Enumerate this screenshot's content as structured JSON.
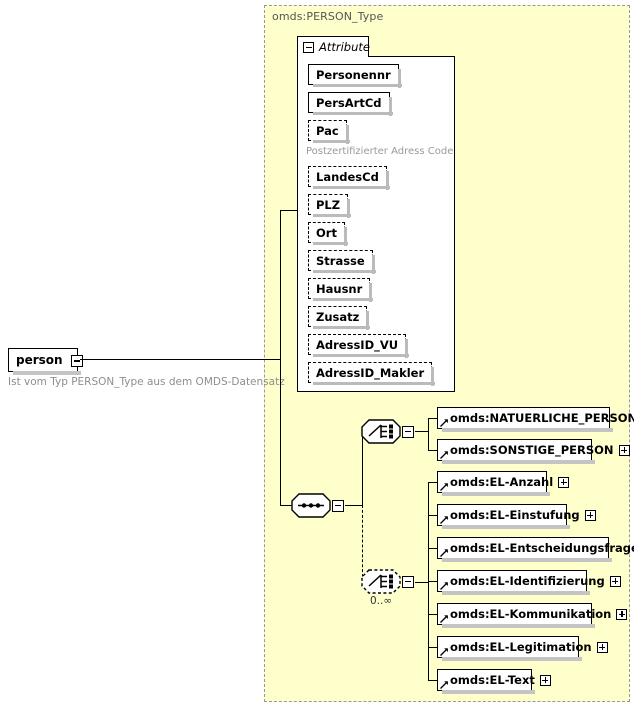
{
  "diagram": {
    "type_title": "omds:PERSON_Type",
    "root_element": {
      "label": "person",
      "annotation": "Ist vom Typ PERSON_Type aus dem OMDS-Datensatz",
      "toggle": "minus-box-icon"
    },
    "attribute_panel": {
      "tab_label": "Attribute",
      "tab_toggle": "minus-box-icon",
      "attributes": [
        {
          "label": "Personennr",
          "required": true,
          "annotation": ""
        },
        {
          "label": "PersArtCd",
          "required": true,
          "annotation": ""
        },
        {
          "label": "Pac",
          "required": false,
          "annotation": "Postzertifizierter Adress Code"
        },
        {
          "label": "LandesCd",
          "required": false,
          "annotation": ""
        },
        {
          "label": "PLZ",
          "required": false,
          "annotation": ""
        },
        {
          "label": "Ort",
          "required": false,
          "annotation": ""
        },
        {
          "label": "Strasse",
          "required": false,
          "annotation": ""
        },
        {
          "label": "Hausnr",
          "required": false,
          "annotation": ""
        },
        {
          "label": "Zusatz",
          "required": false,
          "annotation": ""
        },
        {
          "label": "AdressID_VU",
          "required": false,
          "annotation": ""
        },
        {
          "label": "AdressID_Makler",
          "required": false,
          "annotation": ""
        }
      ]
    },
    "sequence": {
      "icon": "sequence-compositor-icon",
      "toggle": "minus-box-icon",
      "choices": [
        {
          "icon": "choice-compositor-icon",
          "toggle": "minus-box-icon",
          "optional": false,
          "cardinality": "",
          "members": [
            {
              "label": "omds:NATUERLICHE_PERSON",
              "toggle": "plus-box-icon"
            },
            {
              "label": "omds:SONSTIGE_PERSON",
              "toggle": "plus-box-icon"
            }
          ]
        },
        {
          "icon": "choice-compositor-icon",
          "toggle": "minus-box-icon",
          "optional": true,
          "cardinality": "0..∞",
          "members": [
            {
              "label": "omds:EL-Anzahl",
              "toggle": "plus-box-icon"
            },
            {
              "label": "omds:EL-Einstufung",
              "toggle": "plus-box-icon"
            },
            {
              "label": "omds:EL-Entscheidungsfrage",
              "toggle": "plus-box-icon"
            },
            {
              "label": "omds:EL-Identifizierung",
              "toggle": "plus-box-icon"
            },
            {
              "label": "omds:EL-Kommunikation",
              "toggle": "plus-box-icon"
            },
            {
              "label": "omds:EL-Legitimation",
              "toggle": "plus-box-icon"
            },
            {
              "label": "omds:EL-Text",
              "toggle": "plus-box-icon"
            }
          ]
        }
      ]
    },
    "colors": {
      "container_fill": "#ffffcc",
      "container_border": "#999999",
      "box_fill": "#ffffff",
      "line": "#000000",
      "shadow": "#c4c4c4",
      "annotation_text": "#8e8e8e"
    }
  }
}
